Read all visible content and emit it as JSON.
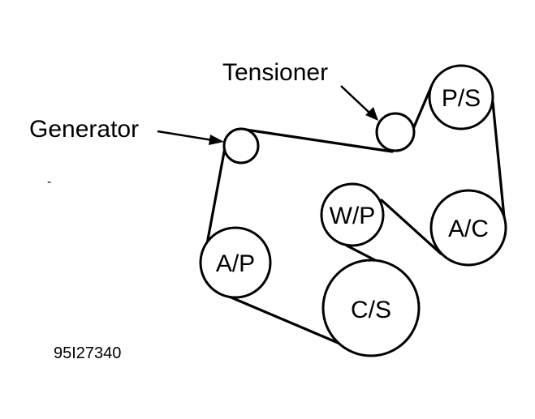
{
  "diagram": {
    "title": "",
    "figure_id": "95I27340",
    "stray_mark": "-",
    "line_color": "#000000",
    "background_color": "#ffffff",
    "pulleys": [
      {
        "id": "generator",
        "label": ""
      },
      {
        "id": "tensioner",
        "label": ""
      },
      {
        "id": "ps",
        "label": "P/S"
      },
      {
        "id": "ac",
        "label": "A/C"
      },
      {
        "id": "wp",
        "label": "W/P"
      },
      {
        "id": "cs",
        "label": "C/S"
      },
      {
        "id": "ap",
        "label": "A/P"
      }
    ],
    "callouts": [
      {
        "id": "generator",
        "text": "Generator"
      },
      {
        "id": "tensioner",
        "text": "Tensioner"
      }
    ],
    "belt_route": [
      "generator",
      "tensioner",
      "ps",
      "ac",
      "wp",
      "cs",
      "ap"
    ]
  }
}
